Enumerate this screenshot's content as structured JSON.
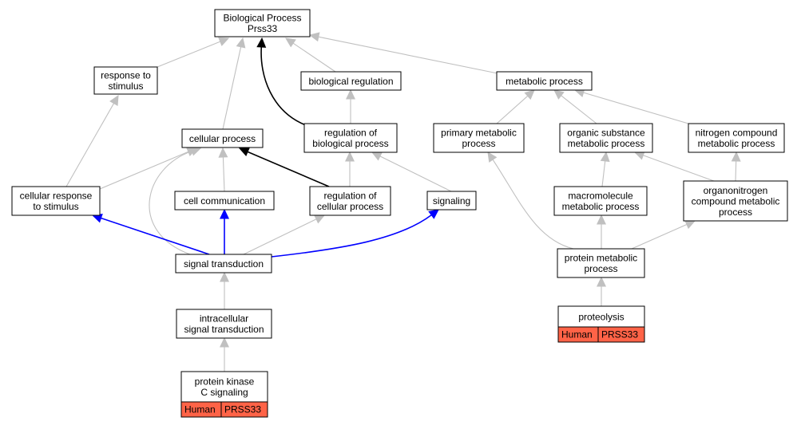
{
  "colors": {
    "edge_default": "#c0c0c0",
    "edge_highlight_black": "#000000",
    "edge_highlight_blue": "#0000ff",
    "annotation_fill": "#ff6347",
    "node_border": "#000000"
  },
  "nodes": [
    {
      "id": "bp",
      "lines": [
        "Biological Process",
        "Prss33"
      ]
    },
    {
      "id": "rts",
      "lines": [
        "response to",
        "stimulus"
      ]
    },
    {
      "id": "breg",
      "lines": [
        "biological regulation"
      ]
    },
    {
      "id": "met",
      "lines": [
        "metabolic process"
      ]
    },
    {
      "id": "cell",
      "lines": [
        "cellular process"
      ]
    },
    {
      "id": "regbp",
      "lines": [
        "regulation of",
        "biological process"
      ]
    },
    {
      "id": "pmp",
      "lines": [
        "primary metabolic",
        "process"
      ]
    },
    {
      "id": "osmp",
      "lines": [
        "organic substance",
        "metabolic process"
      ]
    },
    {
      "id": "ncmp",
      "lines": [
        "nitrogen compound",
        "metabolic process"
      ]
    },
    {
      "id": "crs",
      "lines": [
        "cellular response",
        "to stimulus"
      ]
    },
    {
      "id": "cc",
      "lines": [
        "cell communication"
      ]
    },
    {
      "id": "regcp",
      "lines": [
        "regulation of",
        "cellular process"
      ]
    },
    {
      "id": "sig",
      "lines": [
        "signaling"
      ]
    },
    {
      "id": "mmp",
      "lines": [
        "macromolecule",
        "metabolic process"
      ]
    },
    {
      "id": "ocmp",
      "lines": [
        "organonitrogen",
        "compound metabolic",
        "process"
      ]
    },
    {
      "id": "st",
      "lines": [
        "signal transduction"
      ]
    },
    {
      "id": "prmp",
      "lines": [
        "protein metabolic",
        "process"
      ]
    },
    {
      "id": "ist",
      "lines": [
        "intracellular",
        "signal transduction"
      ]
    },
    {
      "id": "prot",
      "lines": [
        "proteolysis"
      ],
      "annotation": [
        "Human",
        "PRSS33"
      ]
    },
    {
      "id": "pkc",
      "lines": [
        "protein kinase",
        "C signaling"
      ],
      "annotation": [
        "Human",
        "PRSS33"
      ]
    }
  ],
  "edges": [
    {
      "from": "rts",
      "to": "bp",
      "style": "default"
    },
    {
      "from": "cell",
      "to": "bp",
      "style": "default"
    },
    {
      "from": "breg",
      "to": "bp",
      "style": "default"
    },
    {
      "from": "met",
      "to": "bp",
      "style": "default"
    },
    {
      "from": "regbp",
      "to": "bp",
      "style": "black"
    },
    {
      "from": "regbp",
      "to": "breg",
      "style": "default"
    },
    {
      "from": "pmp",
      "to": "met",
      "style": "default"
    },
    {
      "from": "osmp",
      "to": "met",
      "style": "default"
    },
    {
      "from": "ncmp",
      "to": "met",
      "style": "default"
    },
    {
      "from": "crs",
      "to": "rts",
      "style": "default"
    },
    {
      "from": "crs",
      "to": "cell",
      "style": "default"
    },
    {
      "from": "cc",
      "to": "cell",
      "style": "default"
    },
    {
      "from": "st",
      "to": "cell",
      "style": "default"
    },
    {
      "from": "regcp",
      "to": "cell",
      "style": "black"
    },
    {
      "from": "regcp",
      "to": "regbp",
      "style": "default"
    },
    {
      "from": "sig",
      "to": "regbp",
      "style": "default"
    },
    {
      "from": "mmp",
      "to": "osmp",
      "style": "default"
    },
    {
      "from": "ocmp",
      "to": "osmp",
      "style": "default"
    },
    {
      "from": "ocmp",
      "to": "ncmp",
      "style": "default"
    },
    {
      "from": "st",
      "to": "crs",
      "style": "blue"
    },
    {
      "from": "st",
      "to": "cc",
      "style": "blue"
    },
    {
      "from": "st",
      "to": "regcp",
      "style": "default"
    },
    {
      "from": "st",
      "to": "sig",
      "style": "blue"
    },
    {
      "from": "prmp",
      "to": "pmp",
      "style": "default"
    },
    {
      "from": "prmp",
      "to": "mmp",
      "style": "default"
    },
    {
      "from": "prmp",
      "to": "ocmp",
      "style": "default"
    },
    {
      "from": "ist",
      "to": "st",
      "style": "default"
    },
    {
      "from": "prot",
      "to": "prmp",
      "style": "default"
    },
    {
      "from": "pkc",
      "to": "ist",
      "style": "default"
    }
  ]
}
